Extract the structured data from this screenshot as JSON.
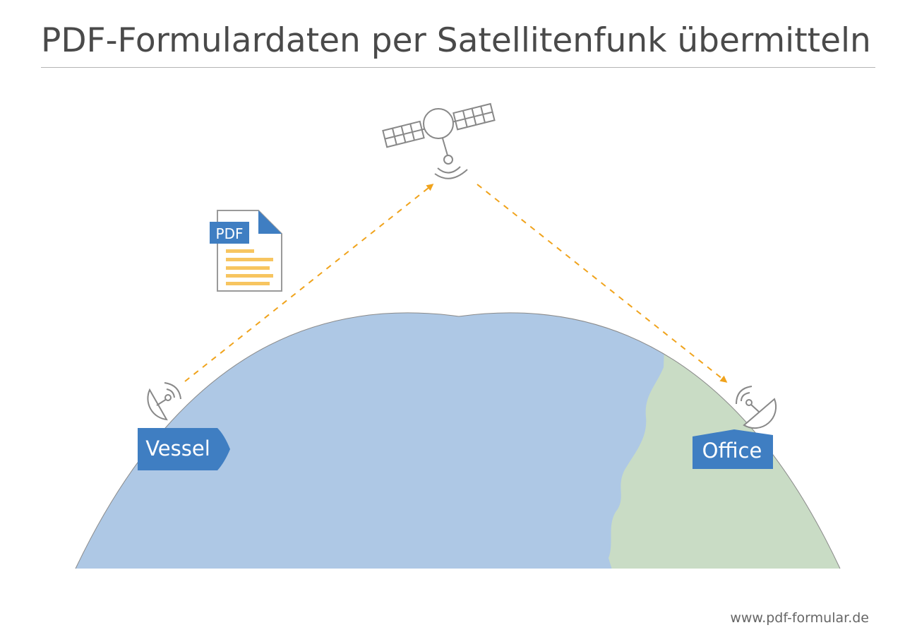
{
  "header": {
    "title": "PDF-Formulardaten per Satellitenfunk übermitteln"
  },
  "document_icon": {
    "badge": "PDF"
  },
  "labels": {
    "vessel": "Vessel",
    "office": "Office"
  },
  "footer": {
    "url": "www.pdf-formular.de"
  },
  "colors": {
    "ocean": "#aec8e5",
    "land": "#c9dcc5",
    "badge": "#3f7ec2",
    "arrow": "#f0a31c",
    "doc_lines": "#f7c560",
    "icon_stroke": "#888888"
  }
}
